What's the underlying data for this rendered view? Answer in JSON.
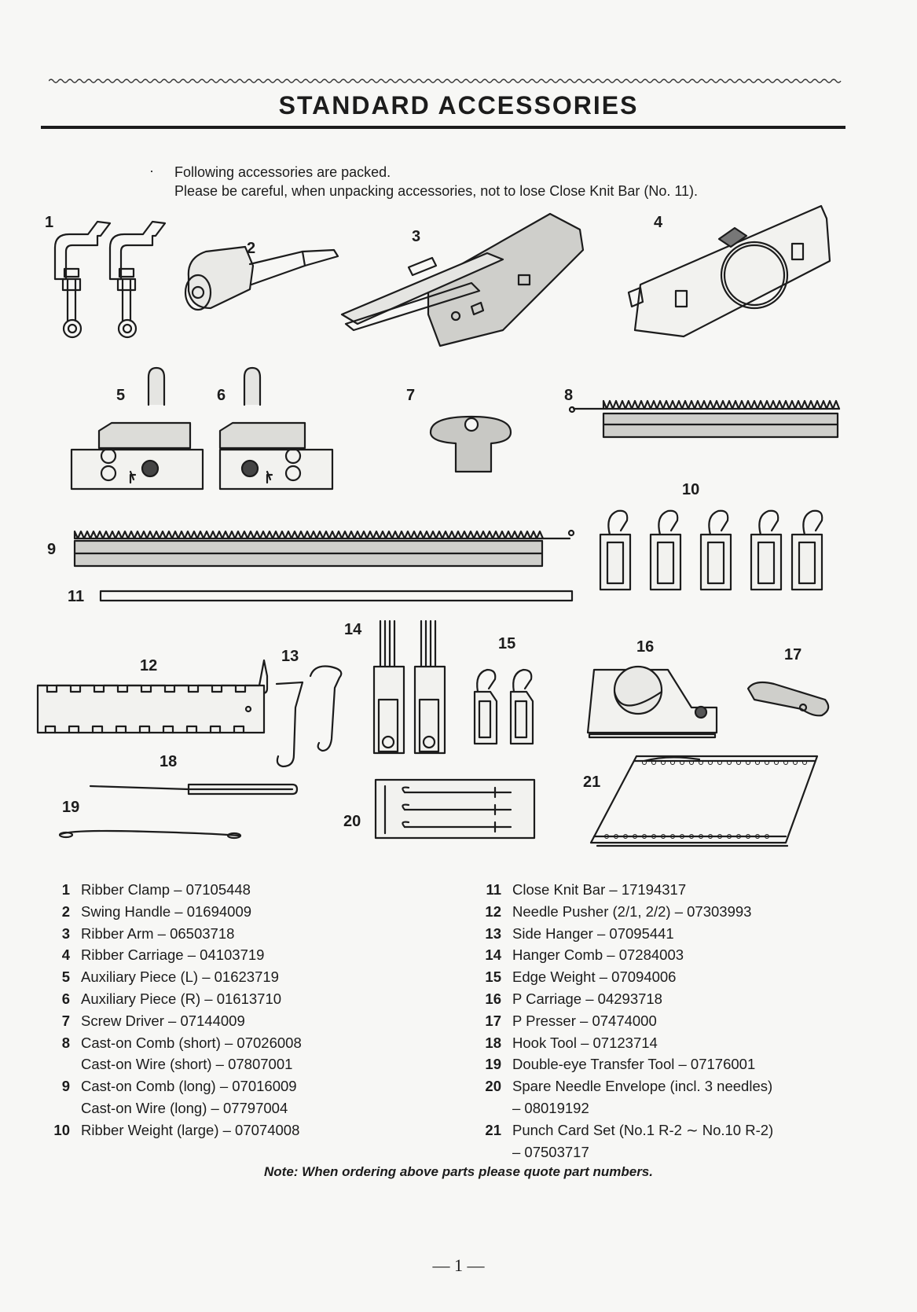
{
  "title": "STANDARD ACCESSORIES",
  "intro": {
    "bullet": "·",
    "line1": "Following accessories are packed.",
    "line2": "Please be careful, when unpacking accessories, not to lose Close Knit Bar (No. 11)."
  },
  "figure_labels": {
    "l1": "1",
    "l2": "2",
    "l3": "3",
    "l4": "4",
    "l5": "5",
    "l6": "6",
    "l7": "7",
    "l8": "8",
    "l9": "9",
    "l10": "10",
    "l11": "11",
    "l12": "12",
    "l13": "13",
    "l14": "14",
    "l15": "15",
    "l16": "16",
    "l17": "17",
    "l18": "18",
    "l19": "19",
    "l20": "20",
    "l21": "21"
  },
  "parts_left": [
    {
      "num": "1",
      "text": "Ribber Clamp – 07105448"
    },
    {
      "num": "2",
      "text": "Swing Handle – 01694009"
    },
    {
      "num": "3",
      "text": "Ribber Arm – 06503718"
    },
    {
      "num": "4",
      "text": "Ribber Carriage – 04103719"
    },
    {
      "num": "5",
      "text": "Auxiliary Piece (L) – 01623719"
    },
    {
      "num": "6",
      "text": "Auxiliary Piece (R) – 01613710"
    },
    {
      "num": "7",
      "text": "Screw Driver – 07144009"
    },
    {
      "num": "8",
      "text": "Cast-on Comb (short) – 07026008",
      "cont": "Cast-on Wire (short) – 07807001"
    },
    {
      "num": "9",
      "text": "Cast-on Comb (long) – 07016009",
      "cont": "Cast-on Wire (long) – 07797004"
    },
    {
      "num": "10",
      "text": "Ribber Weight (large) – 07074008"
    }
  ],
  "parts_right": [
    {
      "num": "11",
      "text": "Close Knit Bar – 17194317"
    },
    {
      "num": "12",
      "text": "Needle Pusher (2/1, 2/2) – 07303993"
    },
    {
      "num": "13",
      "text": "Side Hanger – 07095441"
    },
    {
      "num": "14",
      "text": "Hanger Comb – 07284003"
    },
    {
      "num": "15",
      "text": "Edge Weight – 07094006"
    },
    {
      "num": "16",
      "text": "P Carriage – 04293718"
    },
    {
      "num": "17",
      "text": "P Presser – 07474000"
    },
    {
      "num": "18",
      "text": "Hook Tool – 07123714"
    },
    {
      "num": "19",
      "text": "Double-eye Transfer Tool – 07176001"
    },
    {
      "num": "20",
      "text": "Spare Needle Envelope (incl. 3 needles)",
      "cont": "– 08019192"
    },
    {
      "num": "21",
      "text": "Punch Card Set (No.1 R-2 ∼ No.10 R-2)",
      "cont": "– 07503717"
    }
  ],
  "note": "Note: When ordering above parts please quote part numbers.",
  "page_number": "— 1 —"
}
